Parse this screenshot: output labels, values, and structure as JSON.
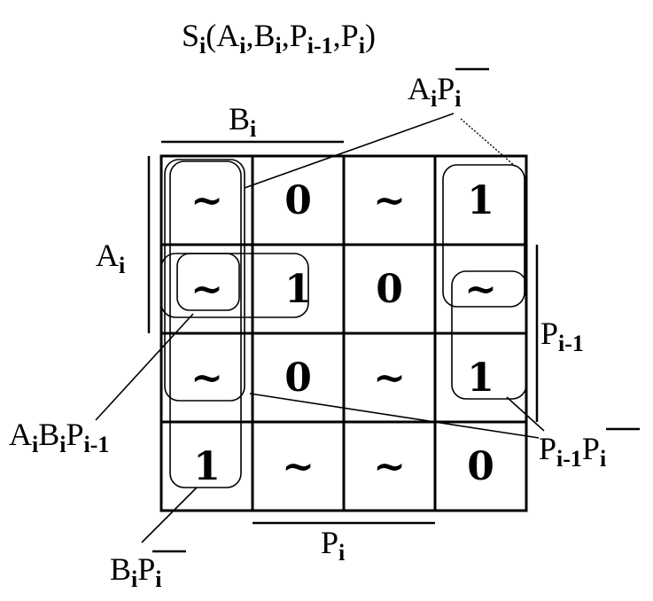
{
  "title": {
    "base": "S",
    "sub": "i",
    "args": [
      "A",
      "i",
      ",B",
      "i",
      ",P",
      "i-1",
      ",P",
      "i",
      ")"
    ]
  },
  "title_text": {
    "p1": "S",
    "s1": "i",
    "p2": "(A",
    "s2": "i",
    "p3": ",B",
    "s3": "i",
    "p4": ",P",
    "s4": "i-1",
    "p5": ",P",
    "s5": "i",
    "p6": ")"
  },
  "grid": [
    [
      "~",
      "0",
      "~",
      "1"
    ],
    [
      "~",
      "1",
      "0",
      "~"
    ],
    [
      "~",
      "0",
      "~",
      "1"
    ],
    [
      "1",
      "~",
      "~",
      "0"
    ]
  ],
  "labels": {
    "bi": {
      "main": "B",
      "sub": "i"
    },
    "ai": {
      "main": "A",
      "sub": "i"
    },
    "pi1": {
      "main": "P",
      "sub": "i-1"
    },
    "pi": {
      "main": "P",
      "sub": "i"
    }
  },
  "terms": {
    "ai_not_pi": {
      "a": "A",
      "a_sub": "i",
      "p": "P",
      "p_sub": "i"
    },
    "ai_bi_pi1": {
      "a": "A",
      "a_sub": "i",
      "b": "B",
      "b_sub": "i",
      "p": "P",
      "p_sub": "i-1"
    },
    "pi1_not_pi": {
      "p1": "P",
      "p1_sub": "i-1",
      "p2": "P",
      "p2_sub": "i"
    },
    "bi_not_pi": {
      "b": "B",
      "b_sub": "i",
      "p": "P",
      "p_sub": "i"
    }
  }
}
